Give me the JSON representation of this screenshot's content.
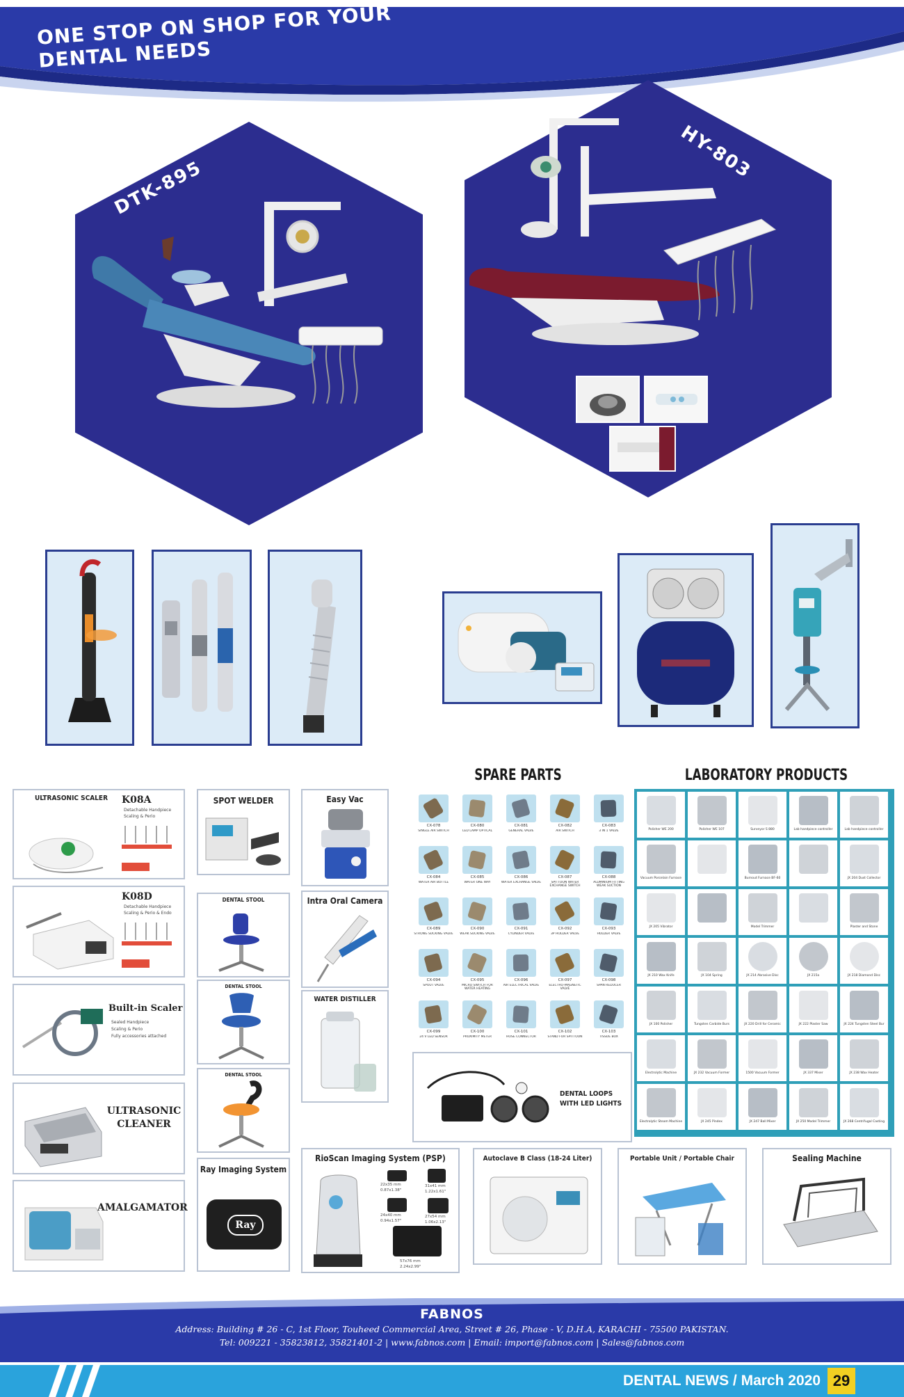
{
  "header": {
    "slogan": "ONE STOP ON SHOP FOR YOUR DENTAL NEEDS"
  },
  "featured": {
    "left_model": "DTK-895",
    "right_model": "HY-803"
  },
  "products_left": {
    "ultrasonic_scaler": "ULTRASONIC SCALER",
    "k08a": {
      "name": "K08A",
      "features": [
        "Detachable Handpiece",
        "Scaling & Perio"
      ]
    },
    "k08d": {
      "name": "K08D",
      "features": [
        "Detachable Handpiece",
        "Scaling & Perio & Endo"
      ]
    },
    "builtin": {
      "name": "Built-in Scaler",
      "features": [
        "Sealed Handpiece",
        "Scaling & Perio",
        "Fully accessories attached"
      ]
    },
    "ultrasonic_cleaner": "ULTRASONIC CLEANER",
    "amalgamator": "AMALGAMATOR"
  },
  "products_mid": {
    "spot_welder": "SPOT WELDER",
    "dental_stool": "DENTAL STOOL",
    "dental_stool_2": "DENTAL STOOL",
    "dental_stool_3": "DENTAL STOOL",
    "ray_imaging": "Ray Imaging System",
    "ray_logo": "Ray",
    "easy_vac": "Easy Vac",
    "intra_oral_camera": "Intra Oral Camera",
    "water_distiller": "WATER DISTILLER",
    "rioscan": "RioScan Imaging System (PSP)",
    "rioscan_plates": [
      {
        "size": "22x35 mm",
        "inch": "0.87x1.38\""
      },
      {
        "size": "31x41 mm",
        "inch": "1.22x1.61\""
      },
      {
        "size": "24x40 mm",
        "inch": "0.94x1.57\""
      },
      {
        "size": "27x54 mm",
        "inch": "1.06x2.13\""
      },
      {
        "size": "57x76 mm",
        "inch": "2.24x2.99\""
      }
    ],
    "autoclave": "Autoclave B Class (18-24 Liter)",
    "portable_unit": "Portable Unit / Portable Chair",
    "sealing_machine": "Sealing Machine",
    "dental_loops": "DENTAL LOOPS WITH LED LIGHTS"
  },
  "spare_parts": {
    "title": "SPARE PARTS",
    "items": [
      {
        "code": "CX-078",
        "name": "SINGLE AIR SWITCH"
      },
      {
        "code": "CX-080",
        "name": "LED LAMP OPTICAL"
      },
      {
        "code": "CX-081",
        "name": "GENERAL VALVE"
      },
      {
        "code": "CX-082",
        "name": "AIR SWITCH"
      },
      {
        "code": "CX-083",
        "name": "3 IN 1 VALVE"
      },
      {
        "code": "CX-084",
        "name": "WATER AIR BOTTLE"
      },
      {
        "code": "CX-085",
        "name": "WATER ONE WAY"
      },
      {
        "code": "CX-086",
        "name": "WATER EXCHANGE VALVE"
      },
      {
        "code": "CX-087",
        "name": "SPITTOON WATER EXCHANGE SWITCH"
      },
      {
        "code": "CX-088",
        "name": "ALUMINIUM FITTING WEAK SUCTION"
      },
      {
        "code": "CX-089",
        "name": "STRONG SUCKING VALVE"
      },
      {
        "code": "CX-090",
        "name": "WEAK SUCKING VALVE"
      },
      {
        "code": "CX-091",
        "name": "CYLINDER VALVE"
      },
      {
        "code": "CX-092",
        "name": "3P HOLDER VALVE"
      },
      {
        "code": "CX-093",
        "name": "HOLDER VALVE"
      },
      {
        "code": "CX-094",
        "name": "SPOUT VALVE"
      },
      {
        "code": "CX-095",
        "name": "MICRO SWITCH FOR WATER HEATING"
      },
      {
        "code": "CX-096",
        "name": "AIR ELECTRICAL VALVE"
      },
      {
        "code": "CX-097",
        "name": "ELECTRO-MAGNETIC VALVE"
      },
      {
        "code": "CX-098",
        "name": "SPAN REDUCER"
      },
      {
        "code": "CX-099",
        "name": "24 V LED SENSOR"
      },
      {
        "code": "CX-100",
        "name": "PROXIMITY METER"
      },
      {
        "code": "CX-101",
        "name": "HOSE CONNECTOR"
      },
      {
        "code": "CX-102",
        "name": "STAND FOR SPITTOON"
      },
      {
        "code": "CX-103",
        "name": "TISSUE BOX"
      }
    ]
  },
  "laboratory": {
    "title": "LABORATORY PRODUCTS",
    "rows": [
      [
        "Polisher WE 200",
        "Polisher WE 107",
        "Surveyor S 880",
        "Lab handpiece controller",
        "Lab handpiece controller"
      ],
      [
        "Vacuum Porcelain Furnace",
        "",
        "Burnout Furnace BF-60",
        "",
        "JX 204 Dust Collector"
      ],
      [
        "JX 205 Vibrator",
        "",
        "Model Trimmer",
        "",
        "Plaster and Stone"
      ],
      [
        "JX 210 Wax Knife",
        "JX 104 Spring",
        "JX 214 Abrasive Disc",
        "JX 215a",
        "JX 218 Diamond Disc"
      ],
      [
        "JX 100 Polisher",
        "Tungsten Carbide Burs",
        "JX 220 Drill for Ceramic",
        "JX 222 Plaster Saw",
        "JX 224 Tungsten Steel Bur"
      ],
      [
        "Electrolytic Machine",
        "JX 232 Vacuum Former",
        "1500 Vacuum Former",
        "JX 337 Mixer",
        "JX 238 Wax Heater"
      ],
      [
        "Electrolytic Steam Machine",
        "JX 245 Pindex",
        "JX 247 Ball Mixer",
        "JX 250 Model Trimmer",
        "JX 268 Centrifugal Casting"
      ]
    ]
  },
  "footer": {
    "company": "FABNOS",
    "address": "Address: Building # 26 - C, 1st Floor, Touheed Commercial Area, Street # 26, Phase - V, D.H.A, KARACHI - 75500 PAKISTAN.",
    "contact": "Tel: 009221 - 35823812, 35821401-2 | www.fabnos.com | Email: import@fabnos.com | Sales@fabnos.com",
    "publication": "DENTAL NEWS / March 2020",
    "page_number": "29"
  },
  "colors": {
    "navy": "#2c2d8f",
    "banner_blue": "#2a3aa8",
    "bar_blue": "#2aa3dc",
    "teal": "#2f9fb8",
    "accent_yellow": "#f2d022"
  }
}
